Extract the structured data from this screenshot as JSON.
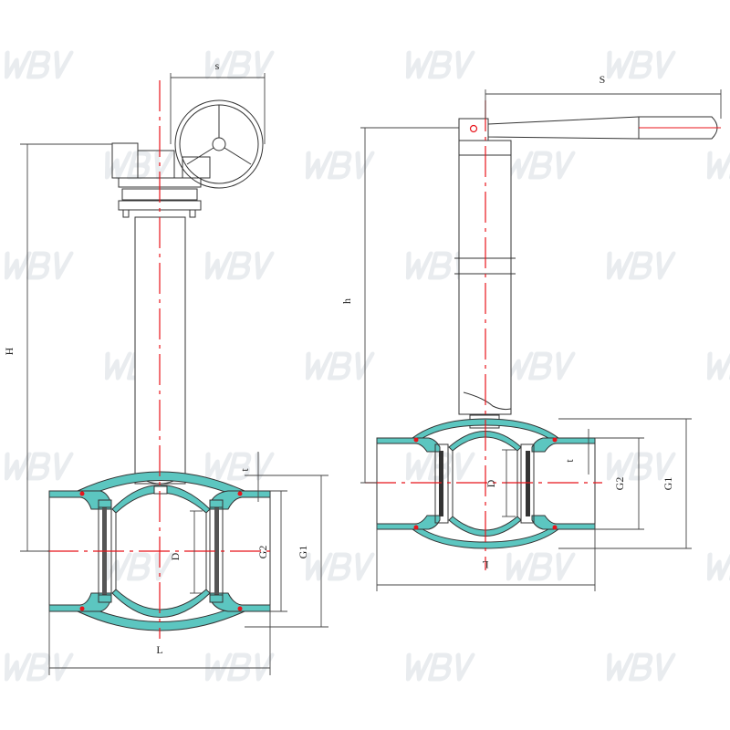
{
  "watermark": "WBV",
  "colors": {
    "centerline": "#e8141b",
    "section_fill": "#5cc6c0",
    "line": "#333333",
    "watermark": "#e9ecef"
  },
  "left_valve": {
    "type": "gear-operated",
    "labels": {
      "s": "s",
      "H": "H",
      "t": "t",
      "D": "D",
      "G2": "G2",
      "G1": "G1",
      "L": "L"
    }
  },
  "right_valve": {
    "type": "lever-operated",
    "labels": {
      "S": "S",
      "h": "h",
      "t": "t",
      "D": "D",
      "G2": "G2",
      "G1": "G1",
      "L": "L"
    }
  }
}
